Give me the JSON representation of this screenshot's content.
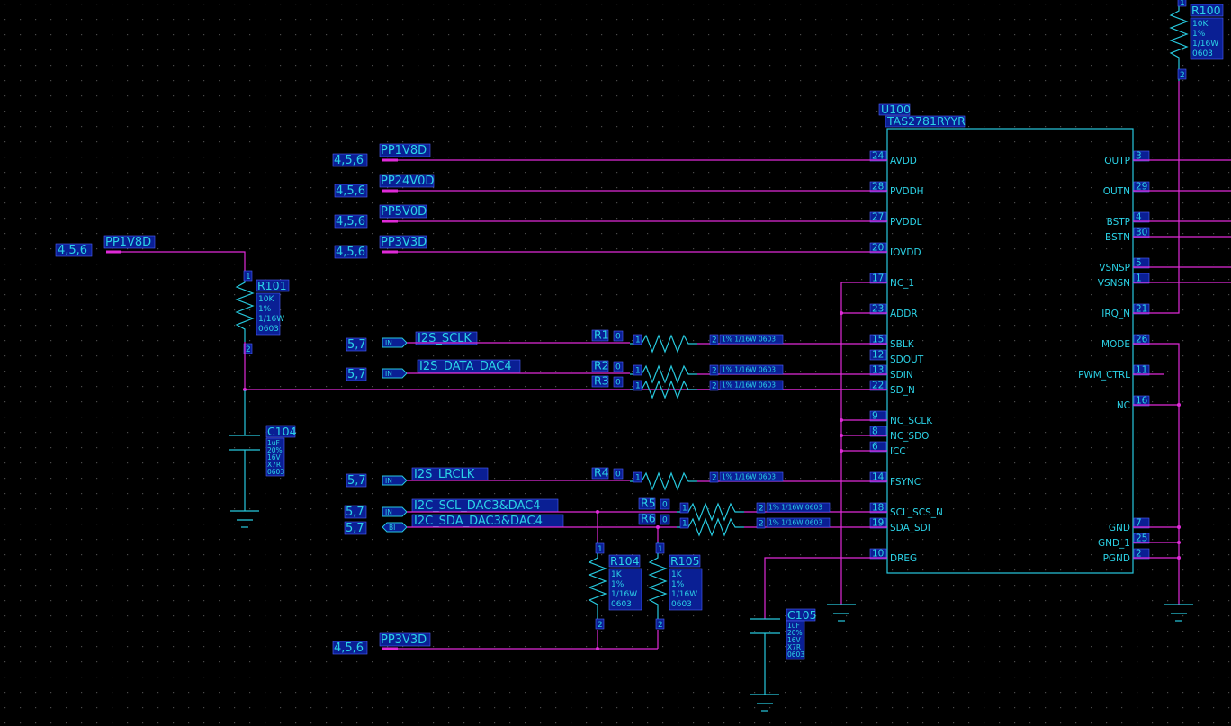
{
  "u100": {
    "ref": "U100",
    "part": "TAS2781RYYR",
    "left_pins": [
      {
        "num": "24",
        "name": "AVDD"
      },
      {
        "num": "28",
        "name": "PVDDH"
      },
      {
        "num": "27",
        "name": "PVDDL"
      },
      {
        "num": "20",
        "name": "IOVDD"
      },
      {
        "num": "17",
        "name": "NC_1"
      },
      {
        "num": "23",
        "name": "ADDR"
      },
      {
        "num": "15",
        "name": "SBLK"
      },
      {
        "num": "12",
        "name": "SDOUT"
      },
      {
        "num": "13",
        "name": "SDIN"
      },
      {
        "num": "22",
        "name": "SD_N"
      },
      {
        "num": "9",
        "name": "NC_SCLK"
      },
      {
        "num": "8",
        "name": "NC_SDO"
      },
      {
        "num": "6",
        "name": "ICC"
      },
      {
        "num": "14",
        "name": "FSYNC"
      },
      {
        "num": "18",
        "name": "SCL_SCS_N"
      },
      {
        "num": "19",
        "name": "SDA_SDI"
      },
      {
        "num": "10",
        "name": "DREG"
      }
    ],
    "right_pins": [
      {
        "num": "3",
        "name": "OUTP"
      },
      {
        "num": "29",
        "name": "OUTN"
      },
      {
        "num": "4",
        "name": "BSTP"
      },
      {
        "num": "30",
        "name": "BSTN"
      },
      {
        "num": "5",
        "name": "VSNSP"
      },
      {
        "num": "1",
        "name": "VSNSN"
      },
      {
        "num": "21",
        "name": "IRQ_N"
      },
      {
        "num": "26",
        "name": "MODE"
      },
      {
        "num": "11",
        "name": "PWM_CTRL"
      },
      {
        "num": "16",
        "name": "NC"
      },
      {
        "num": "7",
        "name": "GND"
      },
      {
        "num": "25",
        "name": "GND_1"
      },
      {
        "num": "2",
        "name": "PGND"
      }
    ]
  },
  "power_nets": [
    {
      "name": "PP1V8D",
      "ref": "4,5,6"
    },
    {
      "name": "PP24V0D",
      "ref": "4,5,6"
    },
    {
      "name": "PP5V0D",
      "ref": "4,5,6"
    },
    {
      "name": "PP3V3D",
      "ref": "4,5,6"
    }
  ],
  "left_power": {
    "name": "PP1V8D",
    "ref": "4,5,6"
  },
  "bottom_power": {
    "name": "PP3V3D",
    "ref": "4,5,6"
  },
  "signals": [
    {
      "name": "I2S_SCLK",
      "ref": "5,7",
      "dir": "IN"
    },
    {
      "name": "I2S_DATA_DAC4",
      "ref": "5,7",
      "dir": "IN"
    },
    {
      "name": "I2S_LRCLK",
      "ref": "5,7",
      "dir": "IN"
    },
    {
      "name": "I2C_SCL_DAC3&DAC4",
      "ref": "5,7",
      "dir": "IN"
    },
    {
      "name": "I2C_SDA_DAC3&DAC4",
      "ref": "5,7",
      "dir": "BI"
    }
  ],
  "series_resistors": [
    {
      "ref": "R1",
      "value": "0",
      "pin1": "1",
      "pin2": "2",
      "spec": "1% 1/16W 0603"
    },
    {
      "ref": "R2",
      "value": "0",
      "pin1": "1",
      "pin2": "2",
      "spec": "1% 1/16W 0603"
    },
    {
      "ref": "R3",
      "value": "0",
      "pin1": "1",
      "pin2": "2",
      "spec": "1% 1/16W 0603"
    },
    {
      "ref": "R4",
      "value": "0",
      "pin1": "1",
      "pin2": "2",
      "spec": "1% 1/16W 0603"
    },
    {
      "ref": "R5",
      "value": "0",
      "pin1": "1",
      "pin2": "2",
      "spec": "1% 1/16W 0603"
    },
    {
      "ref": "R6",
      "value": "0",
      "pin1": "1",
      "pin2": "2",
      "spec": "1% 1/16W 0603"
    }
  ],
  "vertical_resistors": [
    {
      "ref": "R100",
      "value": "10K",
      "tol": "1%",
      "power": "1/16W",
      "pkg": "0603",
      "pin1": "1",
      "pin2": "2"
    },
    {
      "ref": "R101",
      "value": "10K",
      "tol": "1%",
      "power": "1/16W",
      "pkg": "0603",
      "pin1": "1",
      "pin2": "2"
    },
    {
      "ref": "R104",
      "value": "1K",
      "tol": "1%",
      "power": "1/16W",
      "pkg": "0603",
      "pin1": "1",
      "pin2": "2"
    },
    {
      "ref": "R105",
      "value": "1K",
      "tol": "1%",
      "power": "1/16W",
      "pkg": "0603",
      "pin1": "1",
      "pin2": "2"
    }
  ],
  "capacitors": [
    {
      "ref": "C104",
      "value": "1uF",
      "tol": "20%",
      "voltage": "16V",
      "dielectric": "X7R",
      "pkg": "0603"
    },
    {
      "ref": "C105",
      "value": "1uF",
      "tol": "20%",
      "voltage": "16V",
      "dielectric": "X7R",
      "pkg": "0603"
    }
  ],
  "colors": {
    "wire": "#e02ad8",
    "component": "#27c9de",
    "label_bg": "#0a1f94",
    "background": "#000000",
    "grid": "#4a4a4a"
  }
}
